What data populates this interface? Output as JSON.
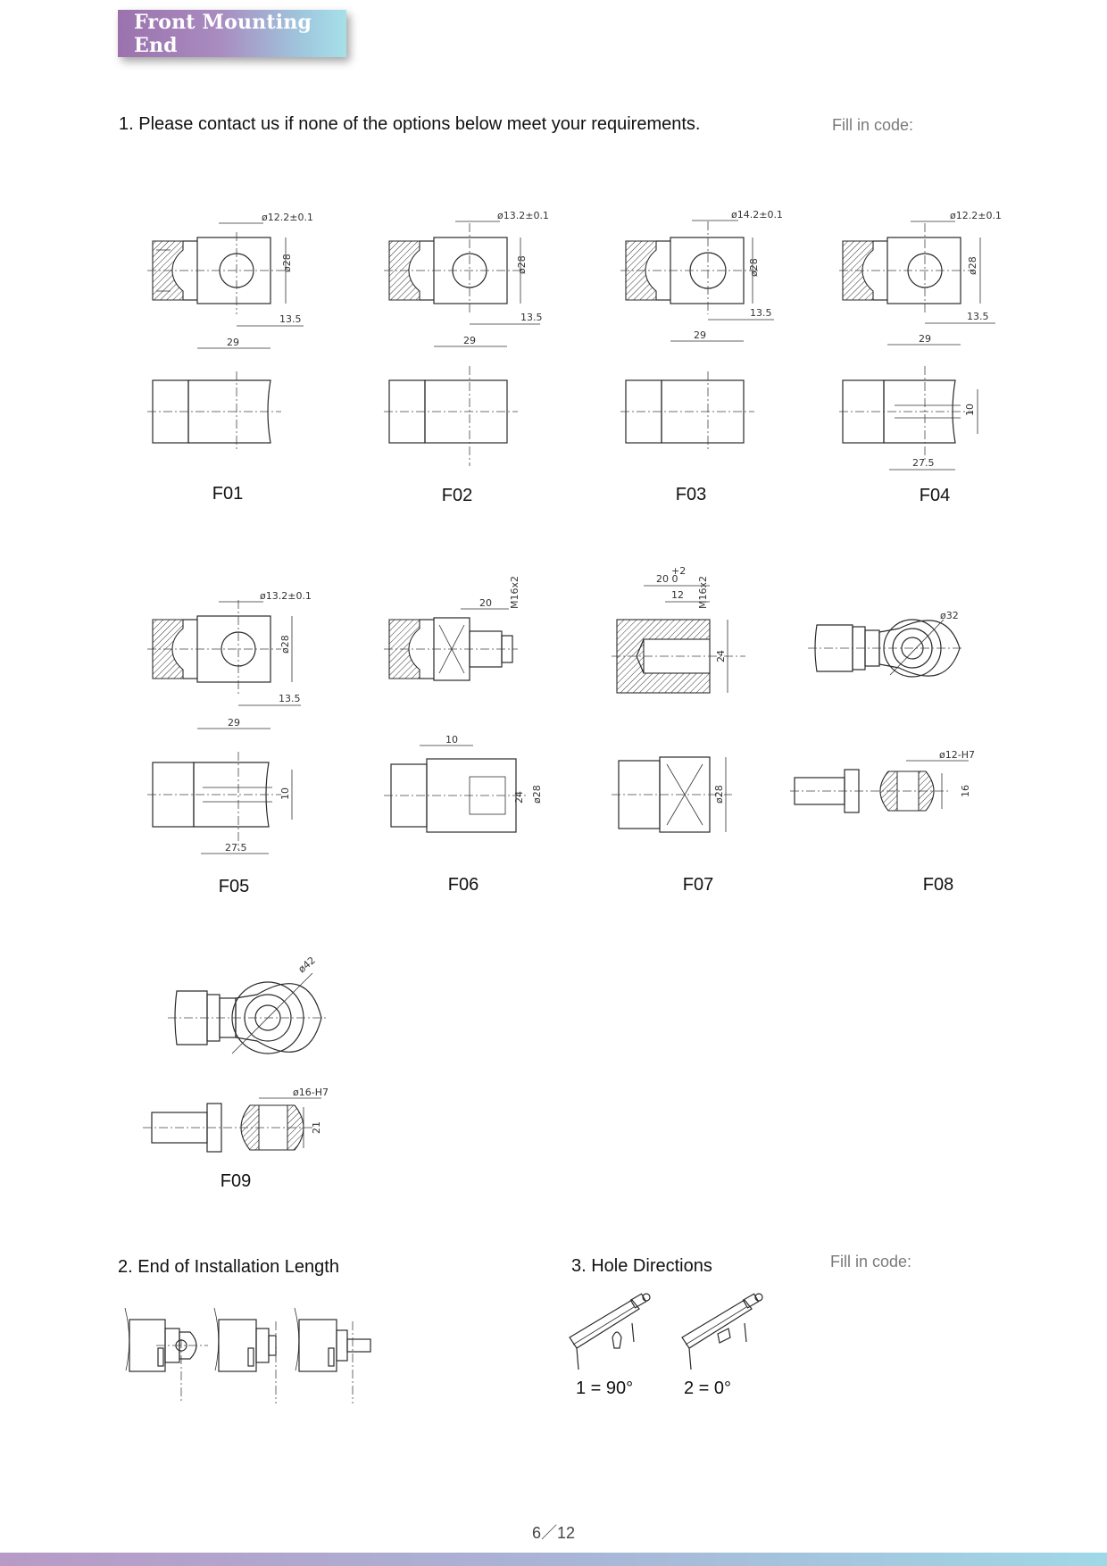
{
  "banner": {
    "title": "Front Mounting End"
  },
  "section1": {
    "heading": "1.   Please contact us if none of the options below meet your requirements.",
    "fill_code": "Fill in code:"
  },
  "options": [
    {
      "code": "F01",
      "dims": [
        "ø12.2±0.1",
        "ø28",
        "13.5",
        "29"
      ]
    },
    {
      "code": "F02",
      "dims": [
        "ø13.2±0.1",
        "ø28",
        "13.5",
        "29"
      ]
    },
    {
      "code": "F03",
      "dims": [
        "ø14.2±0.1",
        "ø28",
        "13.5",
        "29"
      ]
    },
    {
      "code": "F04",
      "dims": [
        "ø12.2±0.1",
        "ø28",
        "13.5",
        "29",
        "10",
        "27.5"
      ]
    },
    {
      "code": "F05",
      "dims": [
        "ø13.2±0.1",
        "ø28",
        "13.5",
        "29",
        "10",
        "27.5"
      ]
    },
    {
      "code": "F06",
      "dims": [
        "20",
        "M16x2",
        "10",
        "24",
        "ø28"
      ]
    },
    {
      "code": "F07",
      "dims": [
        "+2",
        "20  0",
        "12",
        "M16x2",
        "24",
        "ø28"
      ]
    },
    {
      "code": "F08",
      "dims": [
        "ø32",
        "ø12-H7",
        "16"
      ]
    },
    {
      "code": "F09",
      "dims": [
        "ø42",
        "ø16-H7",
        "21"
      ]
    }
  ],
  "section2": {
    "heading": "2.   End of Installation Length"
  },
  "section3": {
    "heading": "3.   Hole Directions",
    "fill_code": "Fill in code:",
    "options": [
      "1 = 90°",
      "2 = 0°"
    ]
  },
  "footer": {
    "page": "6／12"
  }
}
